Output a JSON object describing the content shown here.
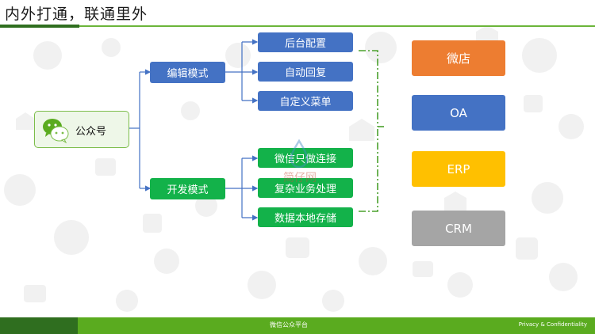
{
  "header": {
    "title": "内外打通，联通里外"
  },
  "diagram": {
    "source": {
      "label": "公众号",
      "icon": "wechat-icon"
    },
    "modes": [
      {
        "label": "编辑模式",
        "color": "#4472c4",
        "children": [
          "后台配置",
          "自动回复",
          "自定义菜单"
        ]
      },
      {
        "label": "开发模式",
        "color": "#13b24a",
        "children": [
          "微信只做连接",
          "复杂业务处理",
          "数据本地存储"
        ]
      }
    ],
    "systems": [
      {
        "label": "微店",
        "color": "#ed7d31"
      },
      {
        "label": "OA",
        "color": "#4472c4"
      },
      {
        "label": "ERP",
        "color": "#ffc000"
      },
      {
        "label": "CRM",
        "color": "#a5a5a5"
      }
    ]
  },
  "watermark": {
    "text": "简仔网"
  },
  "footer": {
    "center_text": "微信公众平台",
    "right_text": "Privacy & Confidentiality"
  }
}
